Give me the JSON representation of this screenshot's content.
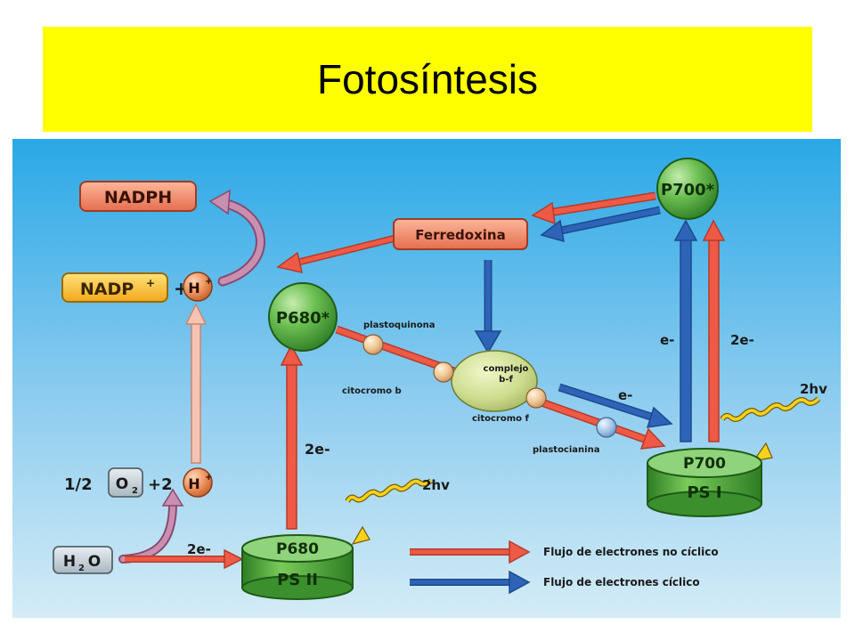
{
  "slide": {
    "title": "Fotosíntesis"
  },
  "colors": {
    "background_top": "#2aa8e6",
    "background_bottom": "#d4ecf6",
    "title_band": "#ffff00",
    "noncyclic_arrow": "#ee5a45",
    "cyclic_arrow": "#2d64b8",
    "pigment_green": "#5fb54a",
    "photosystem_green": "#3f9e32"
  },
  "nodes": {
    "nadph": "NADPH",
    "nadp_plus": "NADP",
    "nadp_sup": "+",
    "plus_sign": "+",
    "proton": "H",
    "proton_sup": "+",
    "half_prefix": "1/2",
    "oxygen": "O",
    "oxygen_sub": "2",
    "plus_two": "+2",
    "water": "H",
    "water_sub": "2",
    "water_o": "O",
    "ferredoxina": "Ferredoxina",
    "p700_excited": "P700*",
    "p680_excited": "P680*",
    "p700": "P700",
    "ps1": "PS I",
    "p680": "P680",
    "ps2": "PS II",
    "complex_line1": "complejo",
    "complex_line2": "b-f"
  },
  "labels": {
    "plastoquinona": "plastoquinona",
    "citocromo_b": "citocromo b",
    "citocromo_f": "citocromo f",
    "plastocianina": "plastocianina",
    "e_minus_right": "e-",
    "two_e_right": "2e-",
    "e_minus_mid": "e-",
    "two_e_left": "2e-",
    "two_e_water": "2e-",
    "two_hv_top": "2hv",
    "two_hv_bottom": "2hv"
  },
  "legend": {
    "noncyclic": "Flujo de electrones no cíclico",
    "cyclic": "Flujo de electrones cíclico"
  }
}
